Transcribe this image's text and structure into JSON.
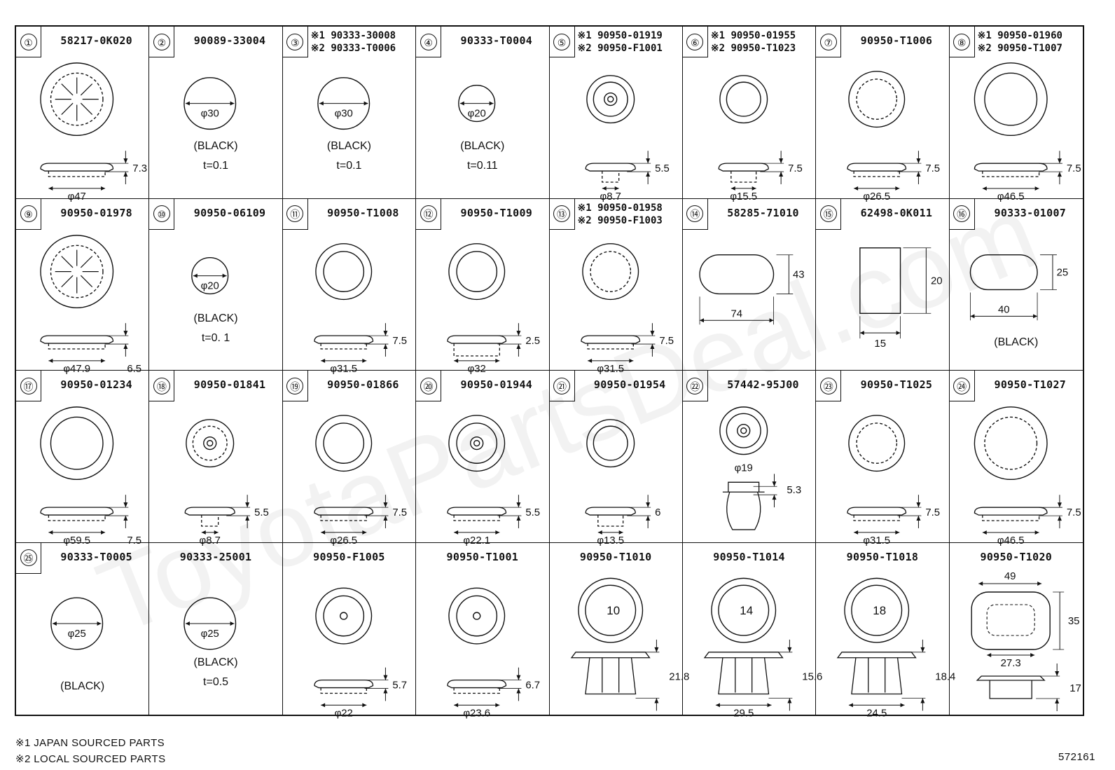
{
  "cells": [
    {
      "num": "①",
      "lines": [
        "58217-0K020"
      ],
      "texts": [],
      "dims": [
        "7.3",
        "φ47"
      ]
    },
    {
      "num": "②",
      "lines": [
        "90089-33004"
      ],
      "texts": [
        "(BLACK)",
        "t=0.1"
      ],
      "dims": [
        "φ30"
      ]
    },
    {
      "num": "③",
      "lines": [
        "※1 90333-30008",
        "※2 90333-T0006"
      ],
      "texts": [
        "(BLACK)",
        "t=0.1"
      ],
      "dims": [
        "φ30"
      ]
    },
    {
      "num": "④",
      "lines": [
        "90333-T0004"
      ],
      "texts": [
        "(BLACK)",
        "t=0.11"
      ],
      "dims": [
        "φ20"
      ]
    },
    {
      "num": "⑤",
      "lines": [
        "※1 90950-01919",
        "※2 90950-F1001"
      ],
      "texts": [],
      "dims": [
        "5.5",
        "φ8.7"
      ]
    },
    {
      "num": "⑥",
      "lines": [
        "※1 90950-01955",
        "※2 90950-T1023"
      ],
      "texts": [],
      "dims": [
        "7.5",
        "φ15.5"
      ]
    },
    {
      "num": "⑦",
      "lines": [
        "90950-T1006"
      ],
      "texts": [],
      "dims": [
        "7.5",
        "φ26.5"
      ]
    },
    {
      "num": "⑧",
      "lines": [
        "※1 90950-01960",
        "※2 90950-T1007"
      ],
      "texts": [],
      "dims": [
        "7.5",
        "φ46.5"
      ]
    },
    {
      "num": "⑨",
      "lines": [
        "90950-01978"
      ],
      "texts": [],
      "dims": [
        "6.5",
        "φ47.9"
      ]
    },
    {
      "num": "⑩",
      "lines": [
        "90950-06109"
      ],
      "texts": [
        "(BLACK)",
        "t=0. 1"
      ],
      "dims": [
        "φ20"
      ]
    },
    {
      "num": "⑪",
      "lines": [
        "90950-T1008"
      ],
      "texts": [],
      "dims": [
        "7.5",
        "φ31.5"
      ]
    },
    {
      "num": "⑫",
      "lines": [
        "90950-T1009"
      ],
      "texts": [],
      "dims": [
        "2.5",
        "φ32"
      ]
    },
    {
      "num": "⑬",
      "lines": [
        "※1 90950-01958",
        "※2 90950-F1003"
      ],
      "texts": [],
      "dims": [
        "7.5",
        "φ31.5"
      ]
    },
    {
      "num": "⑭",
      "lines": [
        "58285-71010"
      ],
      "texts": [],
      "dims": [
        "43",
        "74"
      ]
    },
    {
      "num": "⑮",
      "lines": [
        "62498-0K011"
      ],
      "texts": [],
      "dims": [
        "20",
        "15"
      ]
    },
    {
      "num": "⑯",
      "lines": [
        "90333-01007"
      ],
      "texts": [
        "(BLACK)"
      ],
      "dims": [
        "25",
        "40"
      ]
    },
    {
      "num": "⑰",
      "lines": [
        "90950-01234"
      ],
      "texts": [],
      "dims": [
        "7.5",
        "φ59.5"
      ]
    },
    {
      "num": "⑱",
      "lines": [
        "90950-01841"
      ],
      "texts": [],
      "dims": [
        "5.5",
        "φ8.7"
      ]
    },
    {
      "num": "⑲",
      "lines": [
        "90950-01866"
      ],
      "texts": [],
      "dims": [
        "7.5",
        "φ26.5"
      ]
    },
    {
      "num": "⑳",
      "lines": [
        "90950-01944"
      ],
      "texts": [],
      "dims": [
        "5.5",
        "φ22.1"
      ]
    },
    {
      "num": "㉑",
      "lines": [
        "90950-01954"
      ],
      "texts": [],
      "dims": [
        "6",
        "φ13.5"
      ]
    },
    {
      "num": "㉒",
      "lines": [
        "57442-95J00"
      ],
      "texts": [],
      "dims": [
        "φ19",
        "5.3"
      ]
    },
    {
      "num": "㉓",
      "lines": [
        "90950-T1025"
      ],
      "texts": [],
      "dims": [
        "7.5",
        "φ31.5"
      ]
    },
    {
      "num": "㉔",
      "lines": [
        "90950-T1027"
      ],
      "texts": [],
      "dims": [
        "7.5",
        "φ46.5"
      ]
    },
    {
      "num": "㉕",
      "lines": [
        "90333-T0005"
      ],
      "texts": [
        "(BLACK)"
      ],
      "dims": [
        "φ25"
      ]
    },
    {
      "num": "",
      "lines": [
        "90333-25001"
      ],
      "texts": [
        "(BLACK)",
        "t=0.5"
      ],
      "dims": [
        "φ25"
      ]
    },
    {
      "num": "",
      "lines": [
        "90950-F1005"
      ],
      "texts": [],
      "dims": [
        "5.7",
        "φ22"
      ]
    },
    {
      "num": "",
      "lines": [
        "90950-T1001"
      ],
      "texts": [],
      "dims": [
        "6.7",
        "φ23.6"
      ]
    },
    {
      "num": "",
      "lines": [
        "90950-T1010"
      ],
      "texts": [],
      "dims": [
        "21.8",
        "10"
      ]
    },
    {
      "num": "",
      "lines": [
        "90950-T1014"
      ],
      "texts": [],
      "dims": [
        "15.6",
        "29.5",
        "14"
      ]
    },
    {
      "num": "",
      "lines": [
        "90950-T1018"
      ],
      "texts": [],
      "dims": [
        "18.4",
        "24.5",
        "18"
      ]
    },
    {
      "num": "",
      "lines": [
        "90950-T1020"
      ],
      "texts": [],
      "dims": [
        "49",
        "35",
        "27.3",
        "17"
      ]
    }
  ],
  "footnotes": [
    "※1 JAPAN SOURCED PARTS",
    "※2 LOCAL SOURCED PARTS"
  ],
  "drawing_number": "572161",
  "watermark": "ToyotaPartsDeal.com"
}
